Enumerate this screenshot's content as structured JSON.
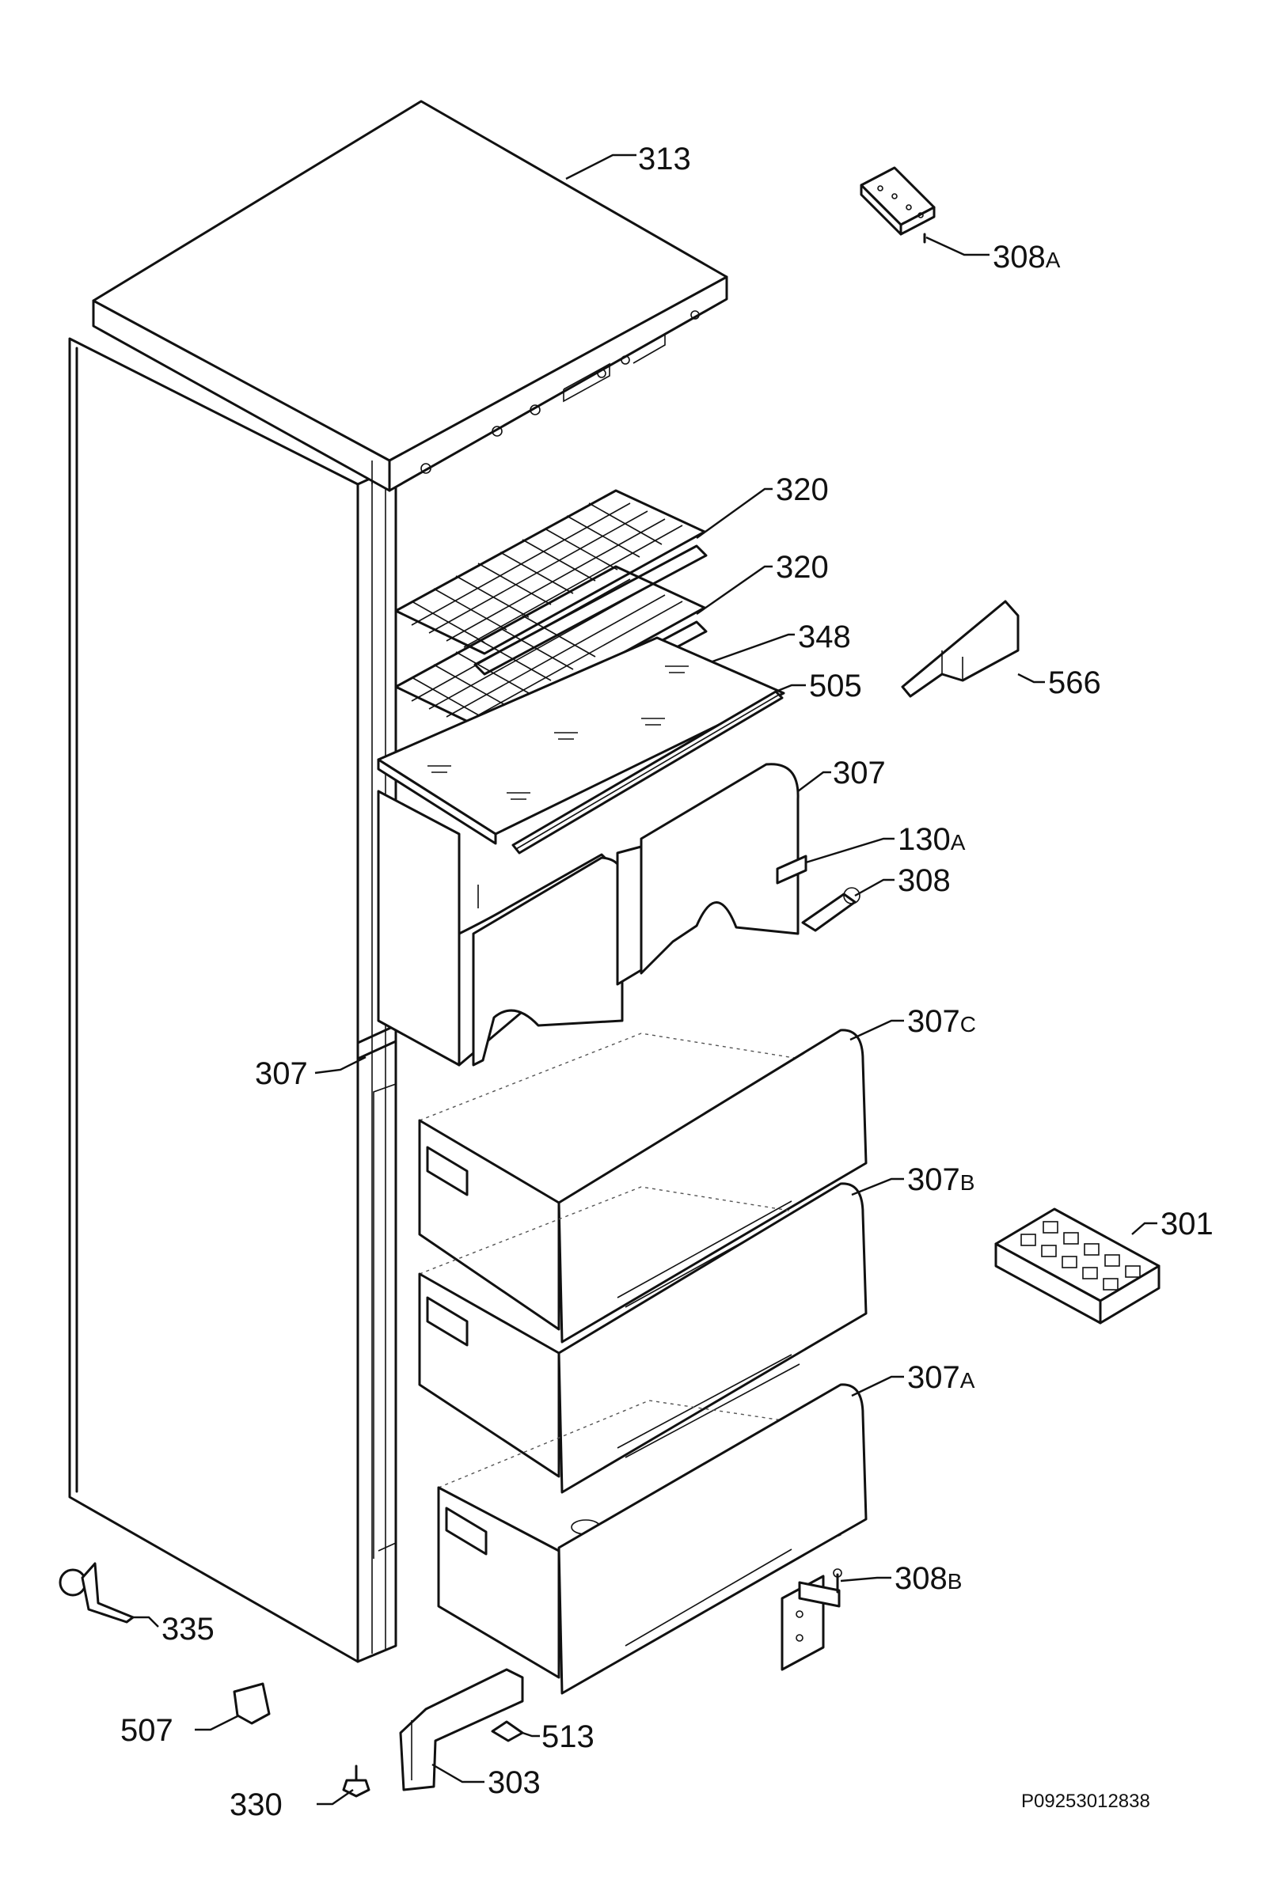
{
  "labels": [
    {
      "id": "313",
      "main": "313",
      "sub": ""
    },
    {
      "id": "308a",
      "main": "308",
      "sub": "A"
    },
    {
      "id": "320a",
      "main": "320",
      "sub": ""
    },
    {
      "id": "320b",
      "main": "320",
      "sub": ""
    },
    {
      "id": "348",
      "main": "348",
      "sub": ""
    },
    {
      "id": "505",
      "main": "505",
      "sub": ""
    },
    {
      "id": "566",
      "main": "566",
      "sub": ""
    },
    {
      "id": "307r",
      "main": "307",
      "sub": ""
    },
    {
      "id": "130a",
      "main": "130",
      "sub": "A"
    },
    {
      "id": "308",
      "main": "308",
      "sub": ""
    },
    {
      "id": "307c",
      "main": "307",
      "sub": "C"
    },
    {
      "id": "307l",
      "main": "307",
      "sub": ""
    },
    {
      "id": "307b",
      "main": "307",
      "sub": "B"
    },
    {
      "id": "301",
      "main": "301",
      "sub": ""
    },
    {
      "id": "307a",
      "main": "307",
      "sub": "A"
    },
    {
      "id": "308b",
      "main": "308",
      "sub": "B"
    },
    {
      "id": "335",
      "main": "335",
      "sub": ""
    },
    {
      "id": "507",
      "main": "507",
      "sub": ""
    },
    {
      "id": "513",
      "main": "513",
      "sub": ""
    },
    {
      "id": "330",
      "main": "330",
      "sub": ""
    },
    {
      "id": "303",
      "main": "303",
      "sub": ""
    }
  ],
  "drawing_code": "P09253012838"
}
